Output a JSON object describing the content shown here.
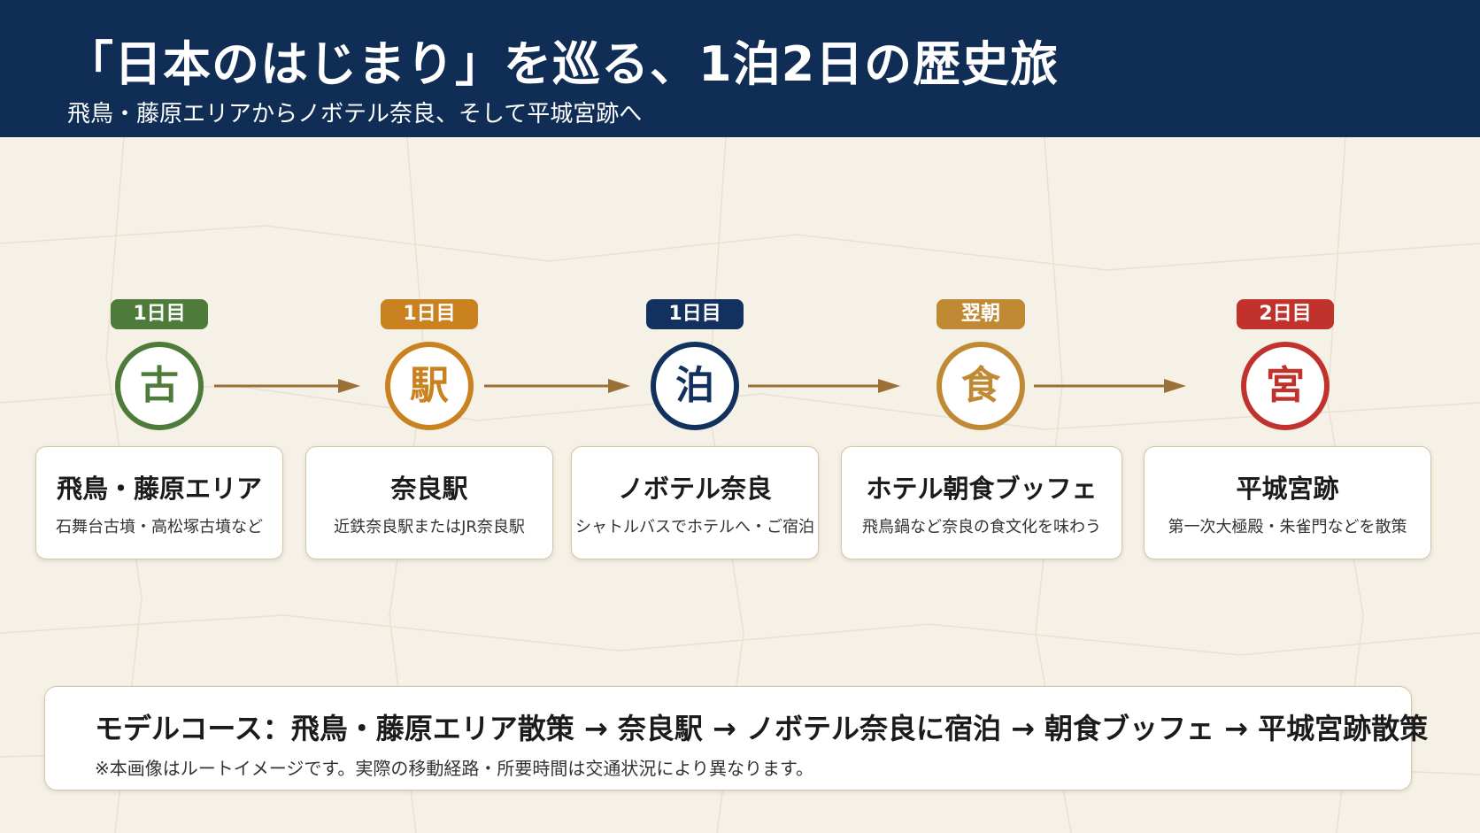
{
  "header": {
    "title": "「日本のはじまり」を巡る、1泊2日の歴史旅",
    "subtitle": "飛鳥・藤原エリアからノボテル奈良、そして平城宮跡へ"
  },
  "stops": [
    {
      "badge": "1日目",
      "icon_char": "古",
      "icon_name": "kofun-icon",
      "title": "飛鳥・藤原エリア",
      "description": "石舞台古墳・高松塚古墳など",
      "color": "#4e7a3a"
    },
    {
      "badge": "1日目",
      "icon_char": "駅",
      "icon_name": "station-icon",
      "title": "奈良駅",
      "description": "近鉄奈良駅またはJR奈良駅",
      "color": "#c9821f"
    },
    {
      "badge": "1日目",
      "icon_char": "泊",
      "icon_name": "hotel-icon",
      "title": "ノボテル奈良",
      "description": "シャトルバスでホテルへ・ご宿泊",
      "color": "#12315e"
    },
    {
      "badge": "翌朝",
      "icon_char": "食",
      "icon_name": "meal-icon",
      "title": "ホテル朝食ブッフェ",
      "description": "飛鳥鍋など奈良の食文化を味わう",
      "color": "#c08a35"
    },
    {
      "badge": "2日目",
      "icon_char": "宮",
      "icon_name": "palace-icon",
      "title": "平城宮跡",
      "description": "第一次大極殿・朱雀門などを散策",
      "color": "#c0322b"
    }
  ],
  "arrow_color": "#9a7036",
  "note": {
    "main": "モデルコース：飛鳥・藤原エリア散策 → 奈良駅 → ノボテル奈良に宿泊 → 朝食ブッフェ  → 平城宮跡散策",
    "sub": "※本画像はルートイメージです。実際の移動経路・所要時間は交通状況により異なります。"
  }
}
